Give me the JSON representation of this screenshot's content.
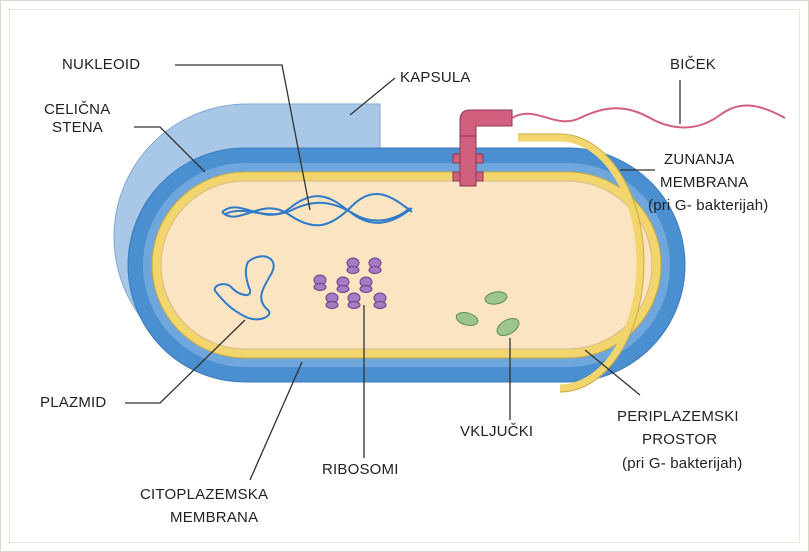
{
  "labels": {
    "nucleoid": "NUKLEOID",
    "capsule": "KAPSULA",
    "flagellum": "BIČEK",
    "cell_wall_1": "CELIČNA",
    "cell_wall_2": "STENA",
    "outer_membrane_1": "ZUNANJA",
    "outer_membrane_2": "MEMBRANA",
    "outer_membrane_3": "(pri G- bakterijah)",
    "plasmid": "PLAZMID",
    "inclusions": "VKLJUČKI",
    "periplasm_1": "PERIPLAZEMSKI",
    "periplasm_2": "PROSTOR",
    "periplasm_3": "(pri G- bakterijah)",
    "ribosomes": "RIBOSOMI",
    "cyto_membrane_1": "CITOPLAZEMSKA",
    "cyto_membrane_2": "MEMBRANA"
  },
  "colors": {
    "capsule": "#a9c8e8",
    "cell_wall": "#4a8fd0",
    "membrane_yellow": "#f2d56c",
    "cytoplasm": "#fbe4c2",
    "dna": "#2f7ac9",
    "ribosome": "#a77bc3",
    "inclusion": "#9dc58d",
    "flagellum": "#d1607e",
    "leader": "#333333"
  },
  "icons": {
    "ribosome": "ribosome-icon",
    "inclusion": "inclusion-body-icon",
    "plasmid": "plasmid-icon",
    "nucleoid": "nucleoid-icon",
    "flagellum": "flagellum-icon"
  }
}
